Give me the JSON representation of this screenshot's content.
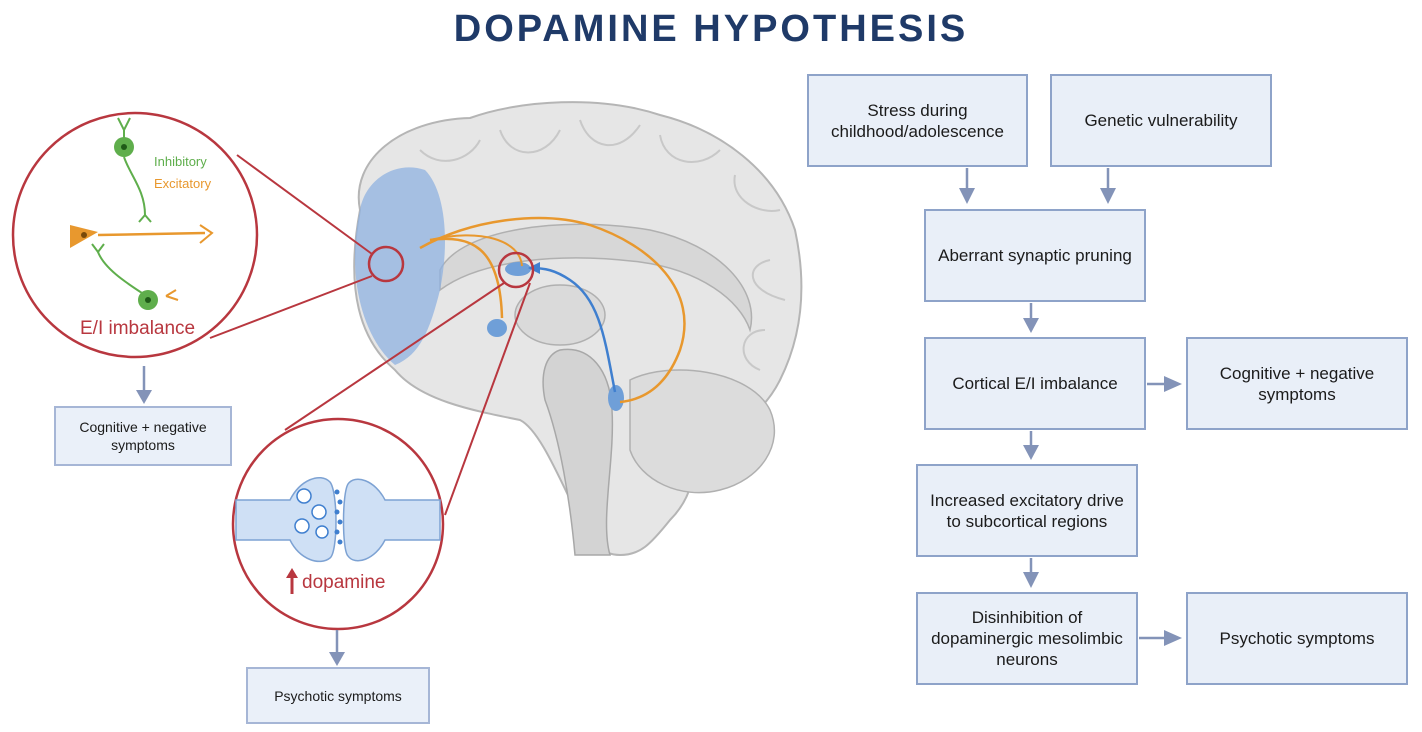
{
  "title": "DOPAMINE HYPOTHESIS",
  "illustration": {
    "legend_inhibitory": "Inhibitory",
    "legend_excitatory": "Excitatory",
    "ei_label": "E/I imbalance",
    "dopamine_label": "dopamine",
    "left_box_cognitive": "Cognitive + negative symptoms",
    "left_box_psychotic": "Psychotic symptoms"
  },
  "flow": {
    "stress": "Stress during childhood/adolescence",
    "genetic": "Genetic vulnerability",
    "pruning": "Aberrant synaptic pruning",
    "cortical": "Cortical E/I imbalance",
    "cognitive": "Cognitive + negative symptoms",
    "excitatory": "Increased excitatory drive to subcortical regions",
    "disinhibition": "Disinhibition of dopaminergic mesolimbic neurons",
    "psychotic": "Psychotic symptoms"
  },
  "colors": {
    "title": "#1f3a68",
    "box_fill": "#e9eff8",
    "box_border": "#8ea3c9",
    "arrow": "#8393b8",
    "callout": "#b8373f",
    "inhibitory": "#5fae4c",
    "excitatory": "#e8982e",
    "dopamine_pathway": "#3f7fcf"
  }
}
